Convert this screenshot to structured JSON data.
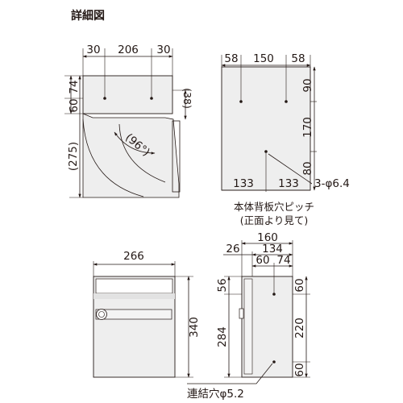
{
  "title": "詳細図",
  "front_view": {
    "top_dims": [
      "30",
      "206",
      "30"
    ],
    "left_dims": [
      "74",
      "60"
    ],
    "side_dim": "(275)",
    "angle": "(96°)",
    "right_dim": "(38)"
  },
  "back_view": {
    "top_dims": [
      "58",
      "150",
      "58"
    ],
    "right_dims": [
      "90",
      "170",
      "80"
    ],
    "bottom_dims": [
      "133",
      "133"
    ],
    "hole_note": "3-φ6.4",
    "caption_line1": "本体背板穴ピッチ",
    "caption_line2": "(正面より見て)"
  },
  "front_elevation": {
    "width_dim": "266",
    "height_dim": "340"
  },
  "side_elevation": {
    "top_dims": [
      "160",
      "134",
      "26",
      "60",
      "74"
    ],
    "left_dims": [
      "56",
      "284"
    ],
    "right_dims": [
      "60",
      "220",
      "60"
    ],
    "note": "連結穴φ5.2"
  }
}
